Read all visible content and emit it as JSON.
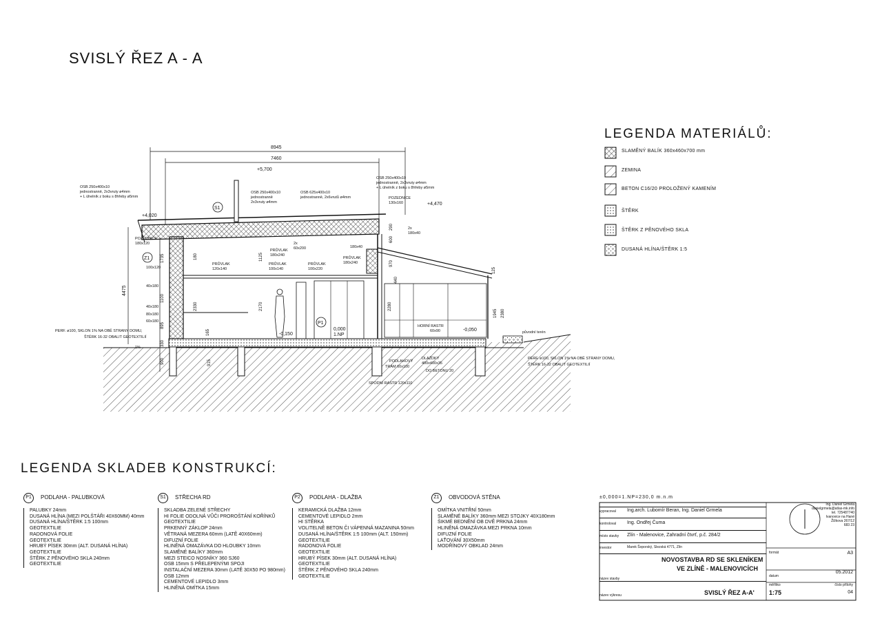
{
  "title": "SVISLÝ ŘEZ  A - A",
  "section_drawing": {
    "dims": {
      "total_width": "8945",
      "inner_width": "7460",
      "height_total": "4475",
      "elev_top": "+5,700",
      "elev_left": "+4,020",
      "elev_right": "+4,470",
      "elev_zero": "0,000",
      "elev_floor": "1.NP",
      "elev_minus150": "-0,150",
      "elev_minus050": "-0,050",
      "v_1735": "1735",
      "v_1100": "1100",
      "v_895": "895",
      "v_330": "330",
      "v_900": "900",
      "v_2330": "2330",
      "v_2170": "2170",
      "v_2280": "2280",
      "v_1945": "1945",
      "v_2380": "2380",
      "v_970": "970",
      "v_440": "440",
      "v_600": "600",
      "v_290": "290",
      "v_915": "915",
      "v_165": "165",
      "v_180": "180",
      "v_1125": "1125",
      "v_125": "125"
    },
    "labels": {
      "osb_left": "OSB 250x400x10",
      "osb_left_2": "jednostranně, 2x3vruty ø4mm",
      "osb_left_3": "+ L úhelník z boku s 8hřeby ø5mm",
      "osb_mid": "OSB 250x400x10",
      "osb_mid_2": "jednostranně",
      "osb_mid_3": "2x3vruty ø4mm",
      "osb_mid2": "OSB 625x400x10",
      "osb_mid2_2": "jednostranně, 2x6vrutů ø4mm",
      "osb_right": "OSB 250x400x10",
      "osb_right_2": "jednostranně, 2x3vruty ø4mm",
      "osb_right_3": "+ L úhelník z boku s 8hřeby ø5mm",
      "pozednice_right": "POZEDNICE",
      "pozednice_right_2": "130x160",
      "pozednice_left": "POZEDNICE",
      "pozednice_left_2": "180x120",
      "b2x180x40": "2x",
      "b2x180x40_2": "180x40",
      "b180x40": "180x40",
      "b2x60x200": "2x",
      "b2x60x200_2": "60x200",
      "pruvlak1": "PRŮVLAK",
      "pruvlak1_2": "180x240",
      "pruvlak2": "PRŮVLAK",
      "pruvlak2_2": "120x140",
      "pruvlak3": "PRŮVLAK",
      "pruvlak3_2": "100x140",
      "pruvlak4": "PRŮVLAK",
      "pruvlak4_2": "100x220",
      "pruvlak5": "PRŮVLAK",
      "pruvlak5_2": "180x240",
      "b100x120": "100x120",
      "b40x180a": "40x180",
      "b40x180b": "40x180",
      "b80x180": "80x180",
      "b60x180": "60x180",
      "horni_rastr": "HORNÍ RASTR",
      "horni_rastr_2": "60x90",
      "perf_left": "PERF. ø100, SKLON 1% NA OBĚ STRANY DOMU,",
      "perf_left_2": "ŠTĚRK 16-32 OBALIT GEOTEXTILIÍ",
      "perf_right": "PERF. ø100, SKLON 1% NA OBĚ STRANY DOMU,",
      "perf_right_2": "ŠTĚRK 16-32 OBALIT GEOTEXTILIÍ",
      "slope": "1%",
      "puvodni_teren": "původní terén",
      "podlahovy_tram": "PODLAHOVÝ",
      "podlahovy_tram_2": "TRÁM 60x100",
      "dlazky": "DLAŽDKY",
      "dlazky_2": "400x400x35",
      "dlazky_3": "DO BETONU 20",
      "spodni_rastr": "SPODNÍ RASTR 120x110",
      "s1": "S1",
      "z1": "Z1",
      "p1": "P1"
    }
  },
  "legend_materials": {
    "title": "LEGENDA  MATERIÁLŮ:",
    "items": [
      {
        "label": "SLAMĚNÝ BALÍK  360x460x700  mm",
        "pattern": "crosshatch"
      },
      {
        "label": "ZEMINA",
        "pattern": "diagonal"
      },
      {
        "label": "BETON  C16/20  PROLOŽENÝ  KAMENÍM",
        "pattern": "diagonal-dense"
      },
      {
        "label": "ŠTĚRK",
        "pattern": "dots"
      },
      {
        "label": "ŠTĚRK  Z  PĚNOVÉHO  SKLA",
        "pattern": "dots-fine"
      },
      {
        "label": "DUSANÁ  HLÍNA/ŠTĚRK  1:5",
        "pattern": "gravel"
      }
    ]
  },
  "legend_compositions": {
    "title": "LEGENDA  SKLADEB  KONSTRUKCÍ:",
    "columns": [
      {
        "code": "P1",
        "name": "PODLAHA  -  PALUBKOVÁ",
        "layers": [
          "PALUBKY 24mm",
          "DUSANÁ HLÍNA (MEZI POLŠTÁŘI 40X60MM) 40mm",
          "DUSANÁ HLÍNA/ŠTĚRK 1:5 100mm",
          "GEOTEXTILIE",
          "RADONOVÁ FOLIE",
          "GEOTEXTILIE",
          "HRUBÝ PÍSEK 30mm (ALT. DUSANÁ HLÍNA)",
          "GEOTEXTILIE",
          "ŠTĚRK Z PĚNOVÉHO SKLA 240mm",
          "GEOTEXTILIE"
        ]
      },
      {
        "code": "S1",
        "name": "STŘECHA  RD",
        "layers": [
          "SKLADBA ZELENÉ STŘECHY",
          "HI FOLIE ODOLNÁ VŮČI PROROŠTÁNÍ KOŘÍNKŮ",
          "GEOTEXTILIE",
          "PRKENNÝ ZÁKLOP 24mm",
          "VĚTRANÁ MEZERA 60mm (LATĚ 40X60mm)",
          "DIFUZNÍ FOLIE",
          "HLINĚNÁ OMAZÁVKA DO HLOUBKY 10mm",
          "SLAMĚNÉ BALÍKY 360mm",
          "MEZI STEICO NOSNÍKY 360 SJ60",
          "OSB 15mm S PŘELEPENÝMI SPOJI",
          "INSTALAČNÍ MEZERA 30mm (LATĚ 30X50 PO 980mm)",
          "OSB 12mm",
          "CEMENTOVÉ LEPIDLO 3mm",
          "HLINĚNÁ OMÍTKA 15mm"
        ]
      },
      {
        "code": "P2",
        "name": "PODLAHA  -  DLAŽBA",
        "layers": [
          "KERAMICKÁ DLAŽBA 12mm",
          "CEMENTOVÉ LEPIDLO 2mm",
          "HI STĚRKA",
          "VOLITELNĚ BETON ČI VÁPENNÁ MAZANINA 50mm",
          "DUSANÁ HLÍNA/ŠTĚRK 1:5 100mm (ALT. 150mm)",
          "GEOTEXTILIE",
          "RADONOVÁ FOLIE",
          "GEOTEXTILIE",
          "HRUBÝ PÍSEK 30mm (ALT. DUSANÁ HLÍNA)",
          "GEOTEXTILIE",
          "ŠTĚRK Z PĚNOVÉHO SKLA 240mm",
          "GEOTEXTILIE"
        ]
      },
      {
        "code": "Z1",
        "name": "OBVODOVÁ  STĚNA",
        "layers": [
          "OMÍTKA VNITŘNÍ 50mm",
          "SLAMĚNÉ BALÍKY 360mm MEZI STOJKY 40X180mm",
          "ŠIKMÉ BEDNĚNÍ OB DVĚ PRKNA 24mm",
          "HLINĚNÁ OMAZÁVKA MEZI PRKNA 10mm",
          "DIFUZNÍ FOLIE",
          "LAŤOVÁNÍ 30X50mm",
          "MODŘÍNOVÝ OBKLAD 24mm"
        ]
      }
    ]
  },
  "title_block": {
    "elevation_note": "±0,000=1.NP=230,0 m.n.m",
    "vypracoval_label": "vypracoval",
    "vypracoval": "Ing.arch. Lubomír Beran, Ing. Daniel Grmela",
    "kontroloval_label": "kontroloval",
    "kontroloval": "Ing. Ondřej Čuma",
    "misto_label": "místo stavby",
    "misto": "Zlín - Malenovice, Zahradní čtvrť, p.č. 284/2",
    "investor_label": "investor",
    "investor": "Marek Šoporský, Slezská 4771, Zlín",
    "project_line1": "NOVOSTAVBA RD SE SKLENÍKEM",
    "project_line2": "VE ZLÍNĚ - MALENOVICÍCH",
    "nazev_stavby_label": "název stavby",
    "nazev_vykresu_label": "název výkresu",
    "drawing_name": "SVISLÝ ŘEZ A-A'",
    "author_lines": [
      "Ing. Daniel Grmela",
      "danielgrmela@atlas-mk.info",
      "tel. 725487740",
      "Ivanovice na Hané",
      "Žižkova 267/12",
      "683 23"
    ],
    "format_label": "formát",
    "format": "A3",
    "datum_label": "datum",
    "datum": "05.2012",
    "meritko_label": "měřítko",
    "meritko": "1:75",
    "cislo_label": "číslo přílohy",
    "cislo": "04"
  }
}
